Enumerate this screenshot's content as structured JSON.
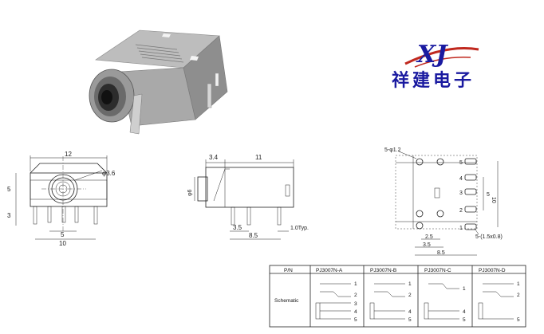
{
  "brand": {
    "logo_text": "XJ",
    "company_name": "祥建电子"
  },
  "front_view": {
    "dims": {
      "width_top": "12",
      "height_left": "5",
      "pin_left": "3",
      "pin_span_a": "5",
      "pin_span_b": "10",
      "hole_dia": "φ3.6"
    }
  },
  "side_view": {
    "dims": {
      "top_a": "3.4",
      "top_b": "11",
      "height": "φ6",
      "pin_a": "3.5",
      "pin_b": "8.5",
      "pin_width": "1.0Typ."
    }
  },
  "pcb_view": {
    "dims": {
      "holes": "5-φ1.2",
      "left_a": "5",
      "right_h": "10",
      "bottom_a": "2.5",
      "bottom_b": "3.5",
      "bottom_c": "8.5",
      "pads": "5-(1.5x0.8)"
    },
    "pad_numbers": [
      "5",
      "4",
      "3",
      "2",
      "1"
    ]
  },
  "schematic_table": {
    "header_pn": "P/N",
    "row_label": "Schematic",
    "models": [
      {
        "name": "PJ3007N-A",
        "pins": [
          "1",
          "2",
          "3",
          "4",
          "5"
        ]
      },
      {
        "name": "PJ3007N-B",
        "pins": [
          "1",
          "2",
          "4",
          "5"
        ]
      },
      {
        "name": "PJ3007N-C",
        "pins": [
          "1",
          "4",
          "5"
        ]
      },
      {
        "name": "PJ3007N-D",
        "pins": [
          "1",
          "2",
          "5"
        ]
      }
    ]
  }
}
